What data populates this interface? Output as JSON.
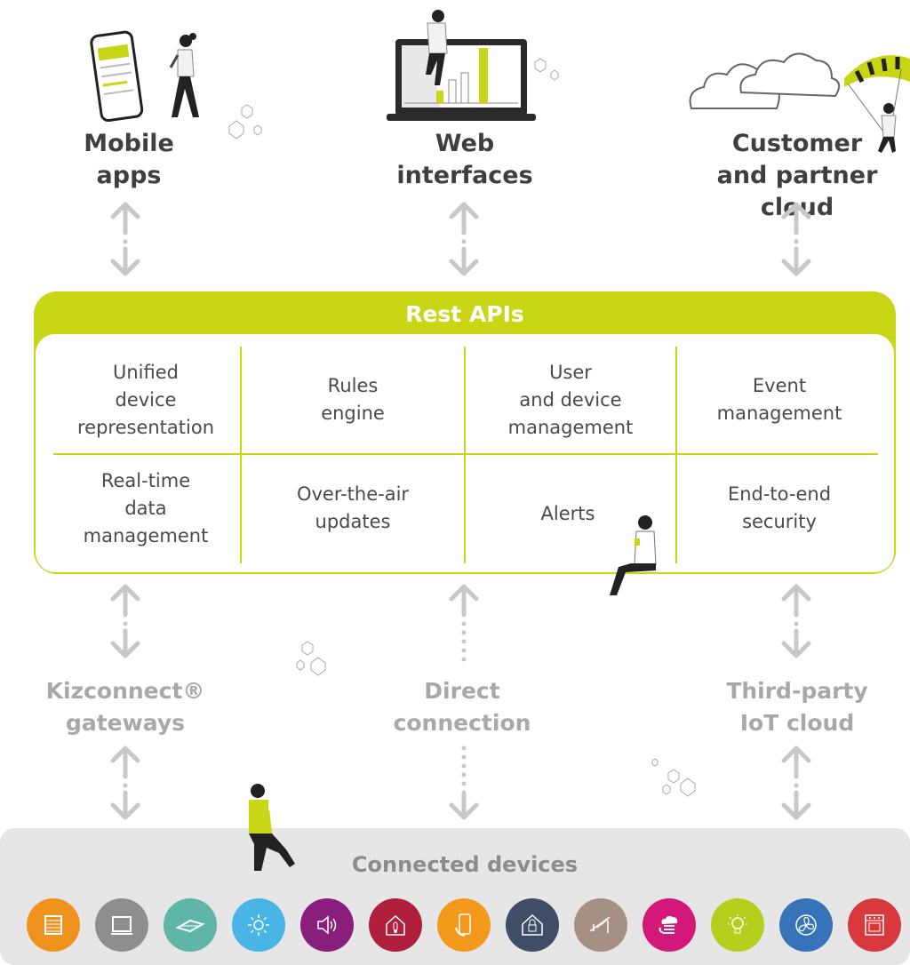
{
  "top": {
    "mobile": [
      "Mobile",
      "apps"
    ],
    "web": [
      "Web",
      "interfaces"
    ],
    "cloud": [
      "Customer",
      "and partner cloud"
    ]
  },
  "panel": {
    "title": "Rest APIs",
    "cells": [
      [
        "Unified",
        "device",
        "representation"
      ],
      [
        "Rules",
        "engine"
      ],
      [
        "User",
        "and device",
        "management"
      ],
      [
        "Event",
        "management"
      ],
      [
        "Real-time",
        "data",
        "management"
      ],
      [
        "Over-the-air",
        "updates"
      ],
      [
        "Alerts"
      ],
      [
        "End-to-end",
        "security"
      ]
    ]
  },
  "middle": {
    "gateways": [
      "Kizconnect®",
      "gateways"
    ],
    "direct": [
      "Direct",
      "connection"
    ],
    "thirdparty": [
      "Third-party",
      "IoT cloud"
    ]
  },
  "devices": {
    "title": "Connected devices",
    "items": [
      {
        "icon": "roller-shutter-icon",
        "color": "#f0931e"
      },
      {
        "icon": "window-icon",
        "color": "#8e8e8e"
      },
      {
        "icon": "skylight-icon",
        "color": "#5fb5a8"
      },
      {
        "icon": "sun-sensor-icon",
        "color": "#49b4e6"
      },
      {
        "icon": "speaker-icon",
        "color": "#8a1e7c"
      },
      {
        "icon": "thermostat-icon",
        "color": "#b01f3c"
      },
      {
        "icon": "smartphone-icon",
        "color": "#f39a1c"
      },
      {
        "icon": "smart-lock-icon",
        "color": "#3f4d66"
      },
      {
        "icon": "pergola-icon",
        "color": "#a69084"
      },
      {
        "icon": "cloud-link-icon",
        "color": "#d3187a"
      },
      {
        "icon": "lightbulb-icon",
        "color": "#b5cf1c"
      },
      {
        "icon": "fan-icon",
        "color": "#3673b8"
      },
      {
        "icon": "oven-icon",
        "color": "#d9393c"
      }
    ]
  },
  "colors": {
    "accent": "#c8d616",
    "arrow": "#c8c8c8",
    "devices_bg": "#e6e6e6"
  }
}
